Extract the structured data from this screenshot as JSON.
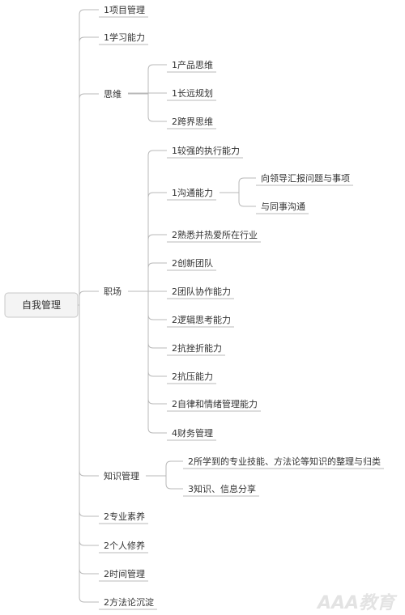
{
  "colors": {
    "line": "#b8b8b8",
    "text": "#333333",
    "root_fill": "#f4f4f4",
    "root_border": "#c8c8c8"
  },
  "watermark": "AAA教育",
  "mindmap": {
    "root": {
      "label": "自我管理",
      "children": [
        {
          "label": "1项目管理"
        },
        {
          "label": "1学习能力"
        },
        {
          "label": "思维",
          "children": [
            {
              "label": "1产品思维"
            },
            {
              "label": "1长远规划"
            },
            {
              "label": "2跨界思维"
            }
          ]
        },
        {
          "label": "职场",
          "children": [
            {
              "label": "1较强的执行能力"
            },
            {
              "label": "1沟通能力",
              "children": [
                {
                  "label": "向领导汇报问题与事项"
                },
                {
                  "label": "与同事沟通"
                }
              ]
            },
            {
              "label": "2熟悉并热爱所在行业"
            },
            {
              "label": "2创新团队"
            },
            {
              "label": "2团队协作能力"
            },
            {
              "label": "2逻辑思考能力"
            },
            {
              "label": "2抗挫折能力"
            },
            {
              "label": "2抗压能力"
            },
            {
              "label": "2自律和情绪管理能力"
            },
            {
              "label": "4财务管理"
            }
          ]
        },
        {
          "label": "知识管理",
          "children": [
            {
              "label": "2所学到的专业技能、方法论等知识的整理与归类"
            },
            {
              "label": "3知识、信息分享"
            }
          ]
        },
        {
          "label": "2专业素养"
        },
        {
          "label": "2个人修养"
        },
        {
          "label": "2时间管理"
        },
        {
          "label": "2方法论沉淀"
        }
      ]
    }
  }
}
